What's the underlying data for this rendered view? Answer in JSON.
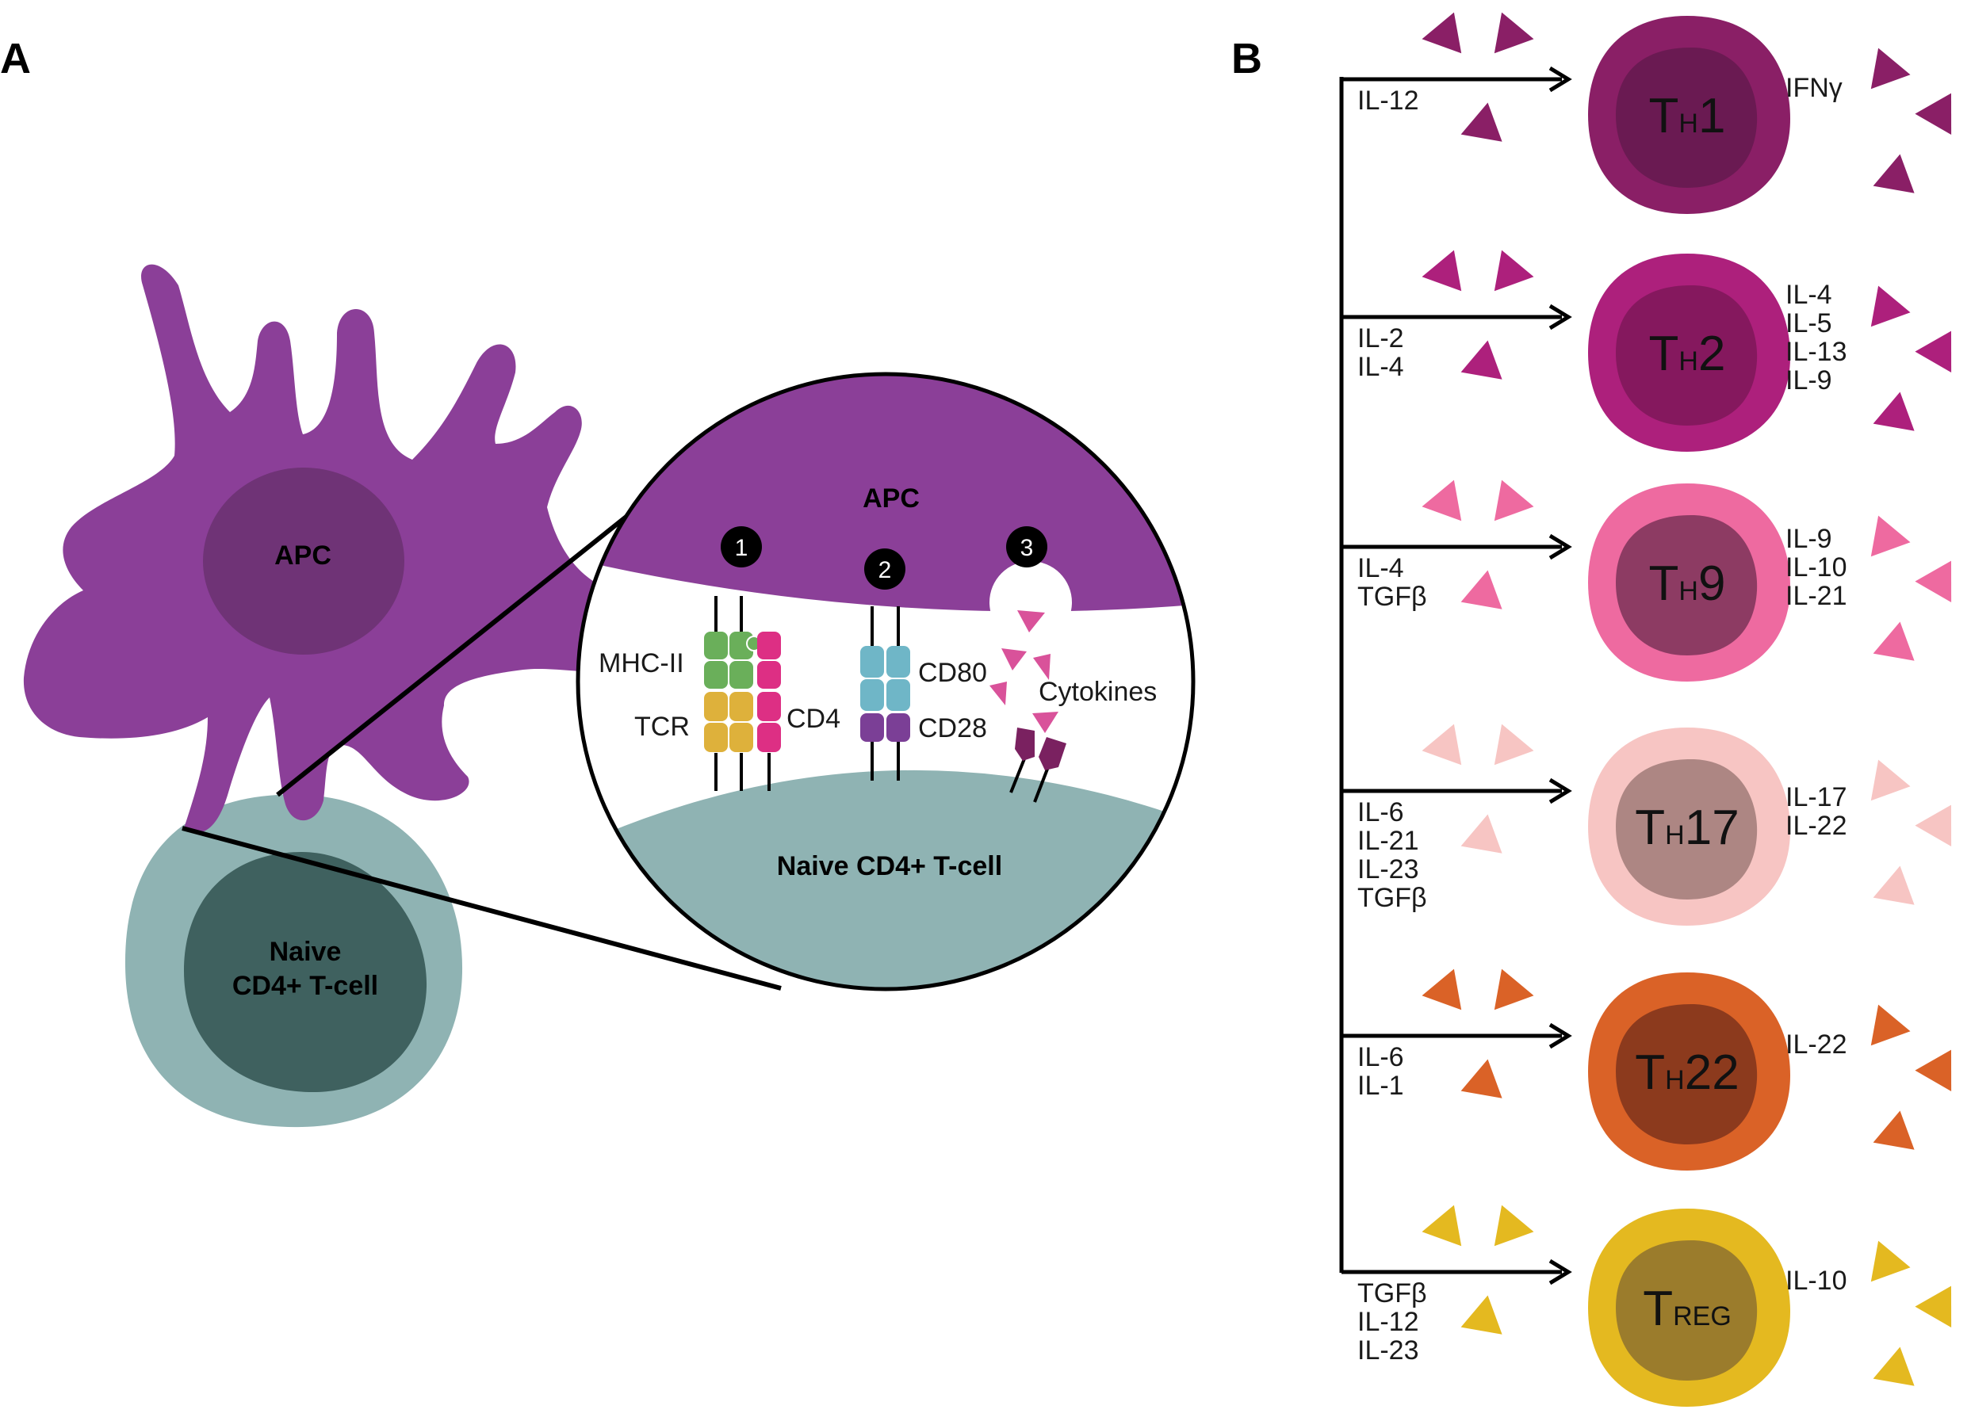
{
  "panel_a": {
    "letter": "A",
    "apc_label": "APC",
    "tcell_label_line1": "Naive",
    "tcell_label_line2": "CD4+ T-cell",
    "zoom": {
      "apc_label": "APC",
      "tcell_label": "Naive CD4+ T-cell",
      "steps": [
        "1",
        "2",
        "3"
      ],
      "labels": {
        "mhc": "MHC-II",
        "tcr": "TCR",
        "cd4": "CD4",
        "cd80": "CD80",
        "cd28": "CD28",
        "cytokines": "Cytokines"
      }
    }
  },
  "panel_b": {
    "letter": "B",
    "subsets": [
      {
        "main": "T",
        "sub": "H",
        "suffix": "1",
        "inputs": [
          "IL-12"
        ],
        "outputs": [
          "IFNγ"
        ],
        "outer_color": "#8a1f66",
        "inner_color": "#6a1a52",
        "tri_color": "#8a1f66"
      },
      {
        "main": "T",
        "sub": "H",
        "suffix": "2",
        "inputs": [
          "IL-2",
          "IL-4"
        ],
        "outputs": [
          "IL-4",
          "IL-5",
          "IL-13",
          "IL-9"
        ],
        "outer_color": "#ad207c",
        "inner_color": "#85185e",
        "tri_color": "#ad207c"
      },
      {
        "main": "T",
        "sub": "H",
        "suffix": "9",
        "inputs": [
          "IL-4",
          "TGFβ"
        ],
        "outputs": [
          "IL-9",
          "IL-10",
          "IL-21"
        ],
        "outer_color": "#ee6aa0",
        "inner_color": "#8d3b63",
        "tri_color": "#ee6aa0"
      },
      {
        "main": "T",
        "sub": "H",
        "suffix": "17",
        "inputs": [
          "IL-6",
          "IL-21",
          "IL-23",
          "TGFβ"
        ],
        "outputs": [
          "IL-17",
          "IL-22"
        ],
        "outer_color": "#f7c5c3",
        "inner_color": "#ad8683",
        "tri_color": "#f7c5c3"
      },
      {
        "main": "T",
        "sub": "H",
        "suffix": "22",
        "inputs": [
          "IL-6",
          "IL-1"
        ],
        "outputs": [
          "IL-22"
        ],
        "outer_color": "#da6227",
        "inner_color": "#8c3a1d",
        "tri_color": "#da6227"
      },
      {
        "main": "T",
        "sub": "REG",
        "suffix": "",
        "inputs": [
          "TGFβ",
          "IL-12",
          "IL-23"
        ],
        "outputs": [
          "IL-10"
        ],
        "outer_color": "#e4b920",
        "inner_color": "#9b7c2c",
        "tri_color": "#e4b920"
      }
    ]
  },
  "colors": {
    "apc_body": "#8b3f98",
    "apc_nucleus": "#6f3376",
    "tcell_body": "#8fb3b3",
    "tcell_nucleus": "#3f615f",
    "mhc": "#6aaf5a",
    "tcr": "#deb13b",
    "cd4": "#dd2f84",
    "cd80": "#6fb6c7",
    "cd28": "#7b3f96",
    "cytokine": "#d9529a",
    "receptor": "#7a2160"
  }
}
